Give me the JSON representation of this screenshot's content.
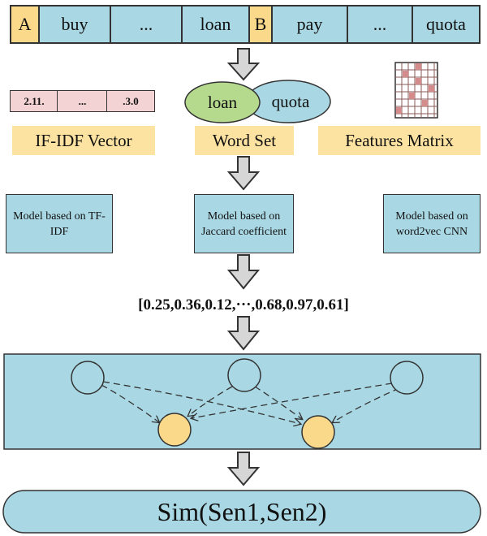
{
  "token_row": {
    "cells": [
      {
        "text": "A",
        "type": "sentence-marker"
      },
      {
        "text": "buy",
        "type": "word"
      },
      {
        "text": "...",
        "type": "word"
      },
      {
        "text": "loan",
        "type": "word"
      },
      {
        "text": "B",
        "type": "sentence-marker"
      },
      {
        "text": "pay",
        "type": "word"
      },
      {
        "text": "...",
        "type": "word"
      },
      {
        "text": "quota",
        "type": "word"
      }
    ]
  },
  "features": {
    "tfidf": {
      "cells": [
        "2.11.",
        "...",
        ".3.0"
      ],
      "label": "IF-IDF Vector"
    },
    "word_set": {
      "left": "loan",
      "right": "quota",
      "label": "Word Set"
    },
    "matrix": {
      "label": "Features Matrix"
    }
  },
  "models": {
    "tfidf": "Model based on TF-IDF",
    "jaccard": "Model based on Jaccard coefficient",
    "cnn": "Model based on word2vec CNN"
  },
  "vector": "[0.25,0.36,0.12,···,0.68,0.97,0.61]",
  "output": "Sim(Sen1,Sen2)",
  "colors": {
    "blue": "#a9d8e4",
    "yellow": "#fad98b",
    "pink": "#f3d3d3",
    "label_bg": "#fde3a2"
  }
}
